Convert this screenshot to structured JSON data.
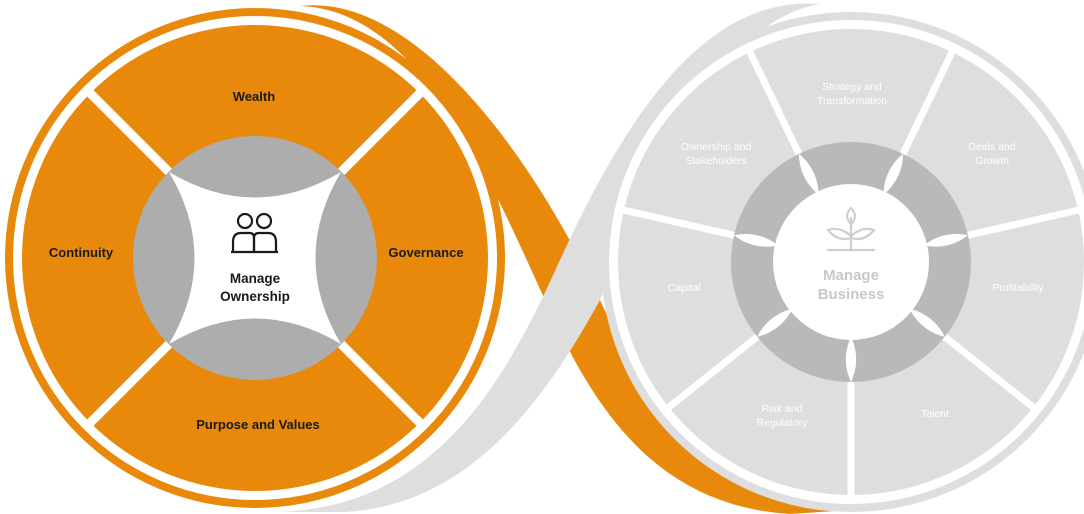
{
  "colors": {
    "orange": "#E8890C",
    "orange_dark": "#C96F00",
    "light_gray": "#DEDEDE",
    "mid_gray": "#B9B9B9",
    "inner_gray": "#ADADAD",
    "white": "#FFFFFF"
  },
  "ownership": {
    "icon": "people-icon",
    "center_line1": "Manage",
    "center_line2": "Ownership",
    "segments": {
      "top": "Wealth",
      "right": "Governance",
      "bottom": "Purpose and Values",
      "left": "Continuity"
    }
  },
  "business": {
    "icon": "plant-icon",
    "center_line1": "Manage",
    "center_line2": "Business",
    "segments": [
      {
        "line1": "Strategy and",
        "line2": "Transformation"
      },
      {
        "line1": "Deals and",
        "line2": "Growth"
      },
      {
        "line1": "Profitability",
        "line2": ""
      },
      {
        "line1": "Talent",
        "line2": ""
      },
      {
        "line1": "Risk and",
        "line2": "Regulatory"
      },
      {
        "line1": "Capital",
        "line2": ""
      },
      {
        "line1": "Ownership and",
        "line2": "Stakeholders"
      }
    ]
  }
}
